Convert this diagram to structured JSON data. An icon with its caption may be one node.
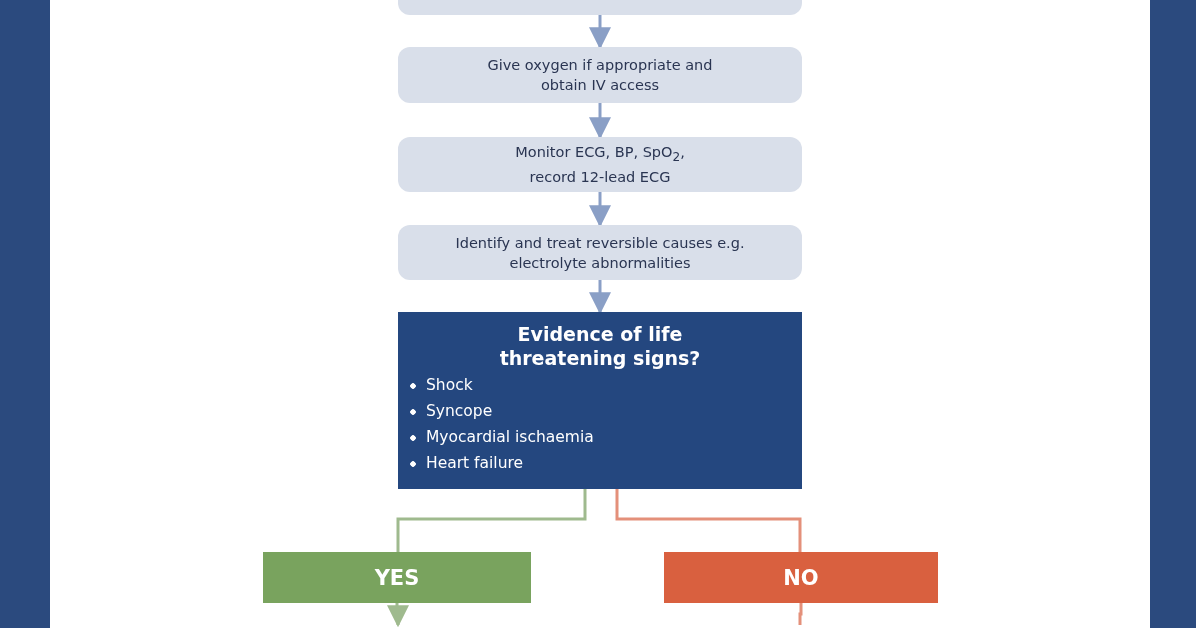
{
  "diagram": {
    "nodes": [
      {
        "text": [],
        "shape": "box"
      },
      {
        "text": [
          "Give oxygen if appropriate and obtain IV access"
        ]
      },
      {
        "text": [
          "Monitor ECG, BP, SpO$_{2}$, record 12-lead ECG"
        ]
      },
      {
        "text": [
          "Identify and treat reversible causes e.g. electrolyte abnormalities"
        ]
      },
      {
        "text": [
          "Evidence of life threatening signs?",
          "Shock",
          "Syncope",
          "Myocardial ischaemia",
          "Heart failure"
        ]
      },
      {
        "text": [
          "YES"
        ]
      },
      {
        "text": [
          "NO"
        ]
      }
    ],
    "edges": [
      {
        "from": 0,
        "to": 1,
        "arrow": "to"
      },
      {
        "from": 1,
        "to": 2,
        "arrow": "to"
      },
      {
        "from": 2,
        "to": 3,
        "arrow": "to"
      },
      {
        "from": 3,
        "to": 4,
        "arrow": "to"
      },
      {
        "from": 4,
        "to": 5,
        "arrow": "none",
        "color": "#9fba8e"
      },
      {
        "from": 4,
        "to": 6,
        "arrow": "none",
        "color": "#e4907a"
      },
      {
        "from": 5,
        "to": null,
        "arrow": "to",
        "color": "#9fba8e"
      },
      {
        "from": 6,
        "to": null,
        "arrow": "none",
        "color": "#e4907a"
      }
    ]
  }
}
